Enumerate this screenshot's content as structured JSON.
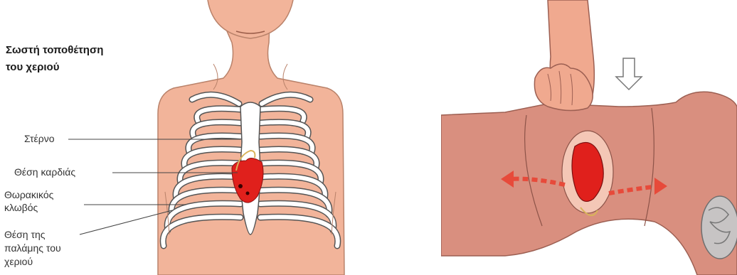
{
  "title": {
    "line1": "Σωστή τοποθέτηση",
    "line2": "του χεριού"
  },
  "labels": {
    "sternum": "Στέρνο",
    "heart_position": "Θέση καρδιάς",
    "rib_cage_line1": "Θωρακικός",
    "rib_cage_line2": "κλωβός",
    "palm_line1": "Θέση της",
    "palm_line2": "παλάμης του",
    "palm_line3": "χεριού"
  },
  "colors": {
    "skin": "#f2b49a",
    "skin_outline": "#b9826a",
    "bone": "#ffffff",
    "bone_outline": "#555555",
    "heart": "#e0201c",
    "right_bg": "#ffffff",
    "torso": "#d98f7f",
    "arm": "#f0a98f",
    "arrow": "#e74a3a"
  }
}
